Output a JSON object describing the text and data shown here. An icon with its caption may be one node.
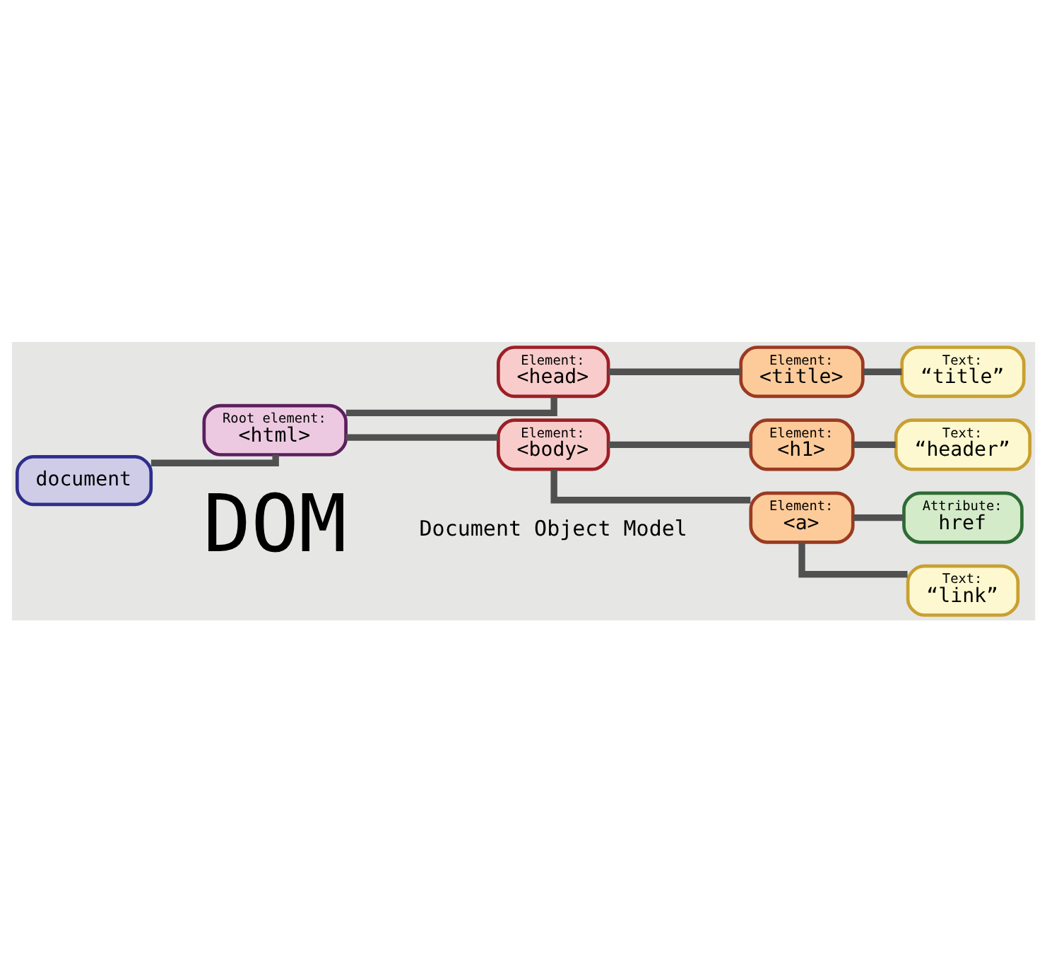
{
  "diagram": {
    "nodes": [
      {
        "text": [
          "document"
        ]
      },
      {
        "text": [
          "Root element:",
          "<html>"
        ]
      },
      {
        "text": [
          "Element:",
          "<head>"
        ]
      },
      {
        "text": [
          "Element:",
          "<title>"
        ]
      },
      {
        "text": [
          "Text:",
          "“title”"
        ]
      },
      {
        "text": [
          "Element:",
          "<body>"
        ]
      },
      {
        "text": [
          "Element:",
          "<h1>"
        ]
      },
      {
        "text": [
          "Text:",
          "“header”"
        ]
      },
      {
        "text": [
          "Element:",
          "<a>"
        ]
      },
      {
        "text": [
          "Attribute:",
          "href"
        ]
      },
      {
        "text": [
          "Text:",
          "“link”"
        ]
      }
    ],
    "edges": [
      {
        "from": 0,
        "to": 1,
        "arrow": "none"
      },
      {
        "from": 1,
        "to": 2,
        "arrow": "none"
      },
      {
        "from": 1,
        "to": 5,
        "arrow": "none"
      },
      {
        "from": 2,
        "to": 3,
        "arrow": "none"
      },
      {
        "from": 3,
        "to": 4,
        "arrow": "none"
      },
      {
        "from": 5,
        "to": 6,
        "arrow": "none"
      },
      {
        "from": 6,
        "to": 7,
        "arrow": "none"
      },
      {
        "from": 5,
        "to": 8,
        "arrow": "none"
      },
      {
        "from": 8,
        "to": 9,
        "arrow": "none"
      },
      {
        "from": 8,
        "to": 10,
        "arrow": "none"
      }
    ],
    "labels": [
      "DOM",
      "Document Object Model"
    ]
  }
}
